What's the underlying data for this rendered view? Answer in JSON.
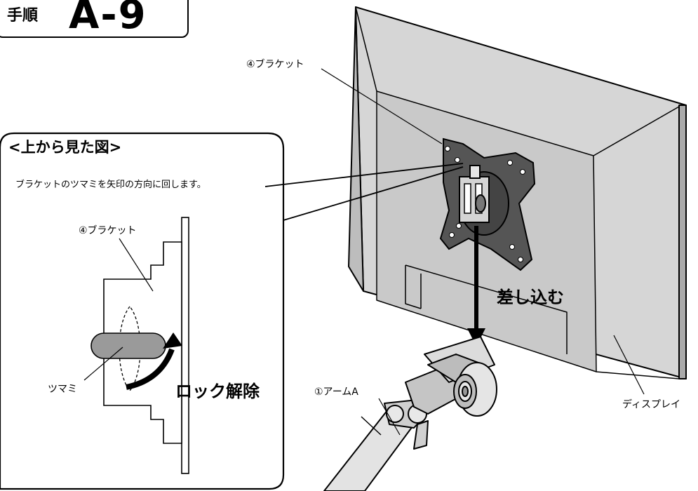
{
  "step": {
    "word": "手順",
    "number": "A-9"
  },
  "labels": {
    "bracket_main": "④ブラケット",
    "insert": "差し込む",
    "arm": "①アームA",
    "display": "ディスプレイ"
  },
  "inset": {
    "title": "<上から見た図>",
    "description": "ブラケットのツマミを矢印の方向に回します。",
    "bracket": "④ブラケット",
    "knob": "ツマミ",
    "action": "ロック解除"
  }
}
